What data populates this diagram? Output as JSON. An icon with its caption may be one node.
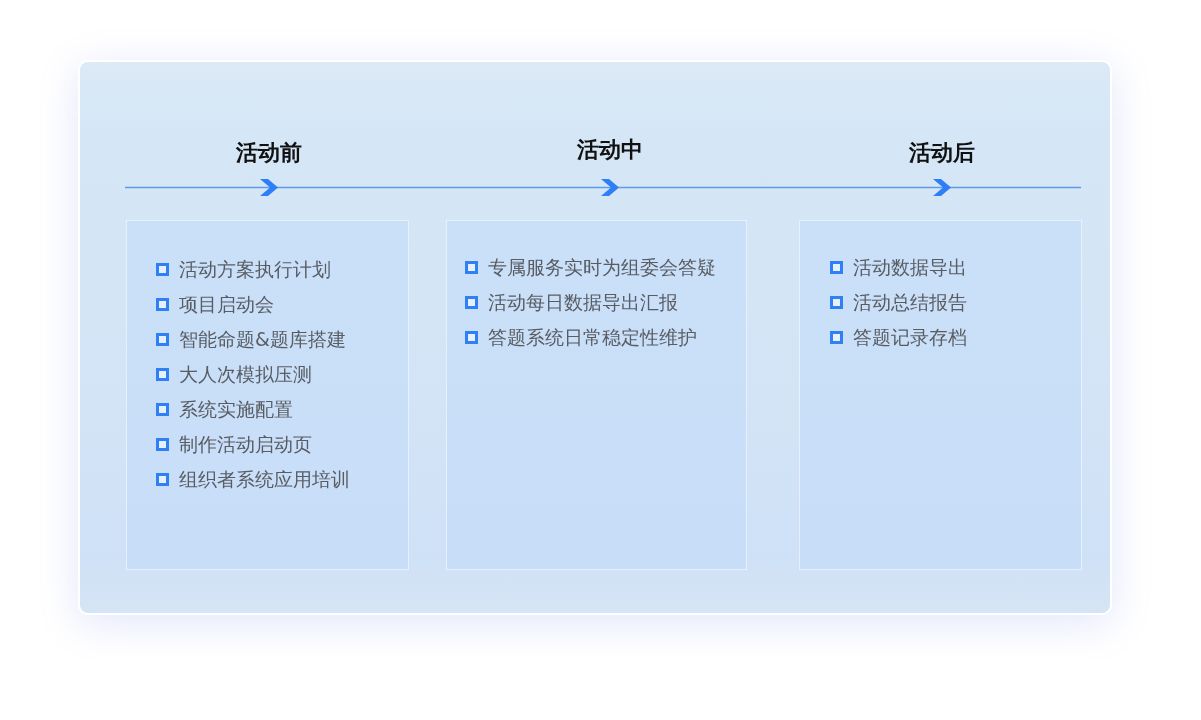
{
  "diagram": {
    "nodes": [
      {
        "text": [
          "活动前",
          "活动方案执行计划",
          "项目启动会",
          "智能命题&题库搭建",
          "大人次模拟压测",
          "系统实施配置",
          "制作活动启动页",
          "组织者系统应用培训"
        ]
      },
      {
        "text": [
          "活动中",
          "专属服务实时为组委会答疑",
          "活动每日数据导出汇报",
          "答题系统日常稳定性维护"
        ]
      },
      {
        "text": [
          "活动后",
          "活动数据导出",
          "活动总结报告",
          "答题记录存档"
        ]
      }
    ]
  }
}
